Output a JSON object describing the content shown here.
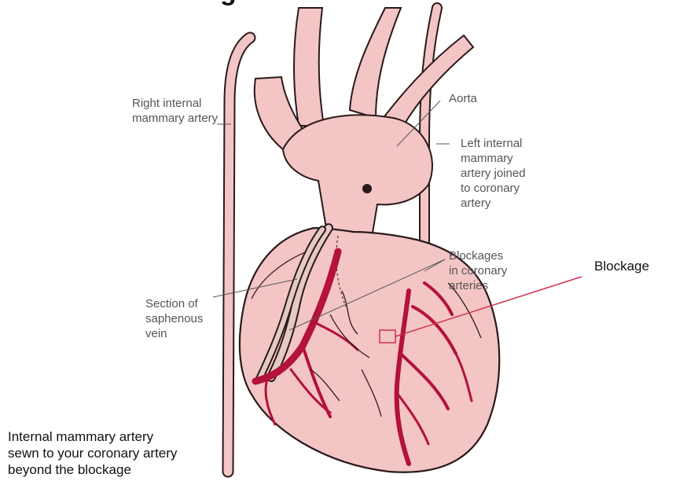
{
  "header": {
    "title_fragment": "g"
  },
  "labels": {
    "right_ima": "Right internal\nmammary artery",
    "aorta": "Aorta",
    "left_ima": "Left internal\nmammary\nartery joined\nto coronary\nartery",
    "blockages": "Blockages\nin coronary\narteries",
    "saphenous": "Section of\nsaphenous\nvein"
  },
  "annotations": {
    "blockage": "Blockage",
    "caption": "Internal mammary artery\nsewn to your coronary artery\nbeyond the blockage"
  },
  "colors": {
    "heart_fill": "#f4c5c5",
    "outline": "#2a1a1a",
    "artery": "#b3123a",
    "graft": "#e4c9c4",
    "pointer": "#d0304a"
  }
}
